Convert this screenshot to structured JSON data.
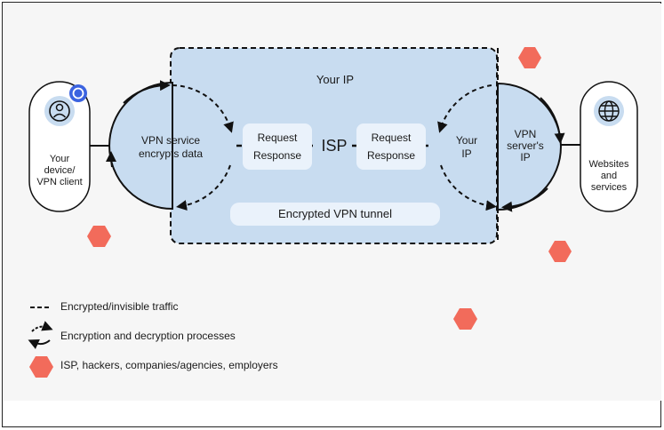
{
  "diagram": {
    "your_ip": "Your IP",
    "isp": "ISP",
    "device": "Your device/ VPN client",
    "vpn_service": "VPN service encrypts data",
    "request": "Request",
    "response": "Response",
    "your_ip_circle": "Your IP",
    "vpn_server_ip": "VPN server's IP",
    "websites": "Websites and services",
    "tunnel": "Encrypted VPN tunnel"
  },
  "legend": [
    {
      "icon": "dashed-line-icon",
      "label": "Encrypted/invisible traffic"
    },
    {
      "icon": "cycle-arrows-icon",
      "label": "Encryption and decryption processes"
    },
    {
      "icon": "hexagon-icon",
      "label": "ISP, hackers, companies/agencies, employers"
    }
  ],
  "colors": {
    "tunnel_fill": "#c8dcf0",
    "pill_fill": "#eaf2fb",
    "threat": "#f26b5b",
    "badge": "#3b63e0"
  }
}
